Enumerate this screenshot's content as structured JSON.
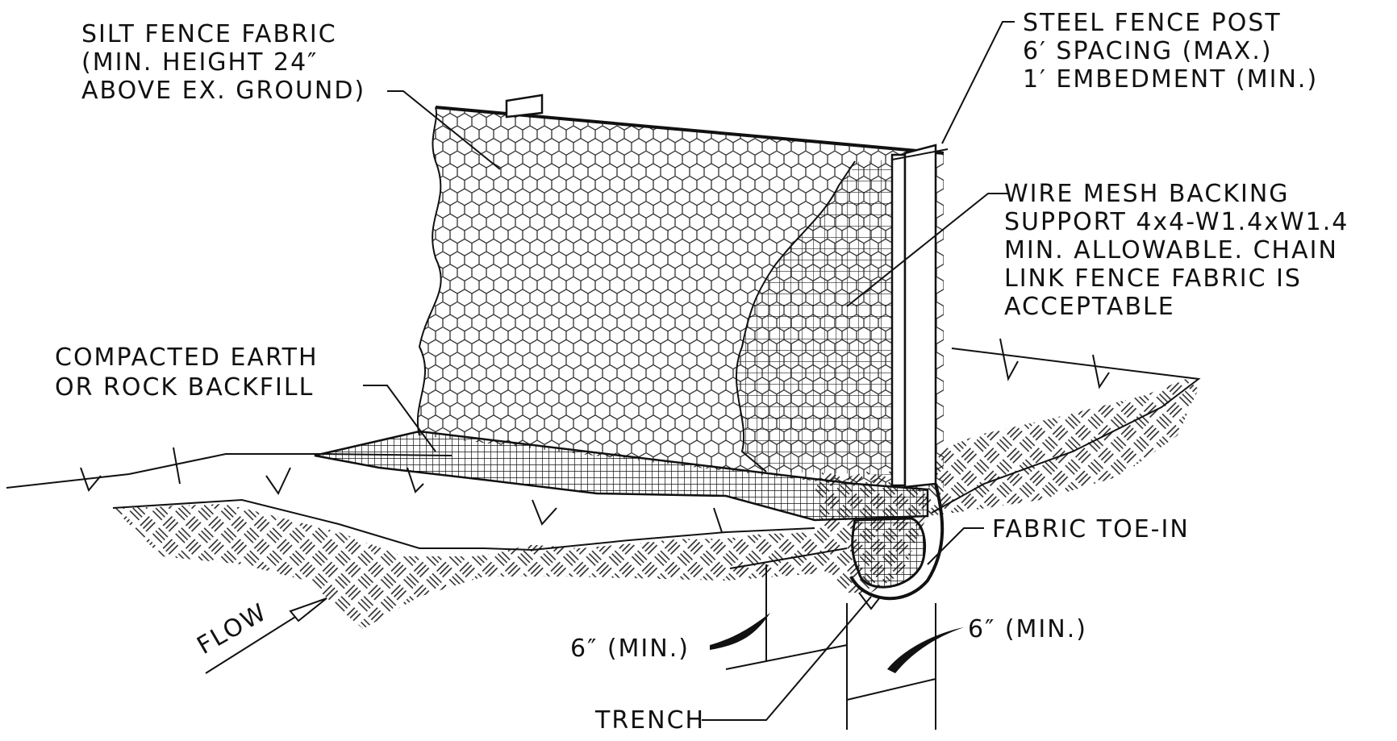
{
  "labels": {
    "silt_fence": [
      "SILT FENCE FABRIC",
      "(MIN. HEIGHT 24″",
      "ABOVE EX. GROUND)"
    ],
    "steel_post": [
      "STEEL FENCE POST",
      "6′ SPACING (MAX.)",
      "1′ EMBEDMENT (MIN.)"
    ],
    "wire_mesh": [
      "WIRE MESH BACKING",
      "SUPPORT 4x4-W1.4xW1.4",
      "MIN. ALLOWABLE. CHAIN",
      "LINK FENCE FABRIC IS",
      "ACCEPTABLE"
    ],
    "backfill": [
      "COMPACTED EARTH",
      "OR ROCK BACKFILL"
    ],
    "toe_in": "FABRIC TOE-IN",
    "flow": "FLOW",
    "depth_dim": "6″ (MIN.)",
    "width_dim": "6″ (MIN.)",
    "trench": "TRENCH"
  },
  "colors": {
    "ink": "#111111",
    "paper": "#ffffff"
  }
}
